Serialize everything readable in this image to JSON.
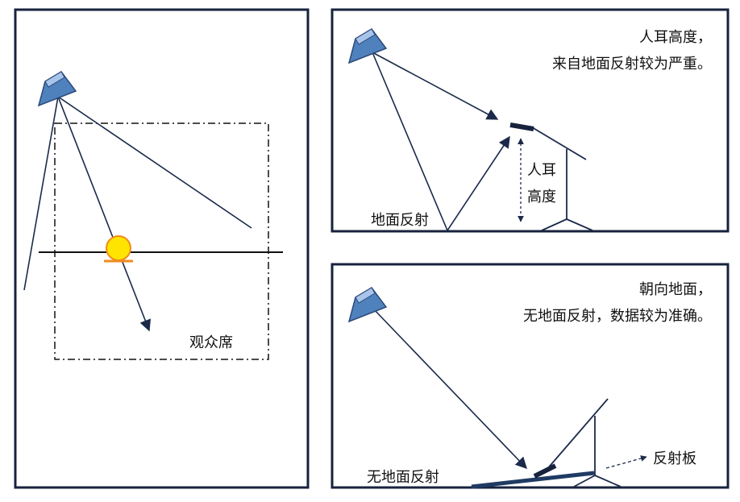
{
  "panels": {
    "audience": {
      "label": "观众席"
    },
    "ear_height": {
      "caption_line1": "人耳高度，",
      "caption_line2": "来自地面反射较为严重。",
      "height_label_line1": "人耳",
      "height_label_line2": "高度",
      "ground_reflection_label": "地面反射"
    },
    "ground_facing": {
      "caption_line1": "朝向地面，",
      "caption_line2": "无地面反射，数据较为准确。",
      "reflector_label": "反射板",
      "no_reflection_label": "无地面反射"
    }
  },
  "icons": {
    "speaker": "speaker-icon",
    "microphone": "microphone-icon"
  },
  "colors": {
    "panel_border": "#17223d",
    "speaker_fill": "#4f81bd",
    "speaker_face": "#8fb2e0",
    "mic_fill": "#ffe400",
    "mic_border": "#f08c1c",
    "reflector": "#1f3b63"
  }
}
